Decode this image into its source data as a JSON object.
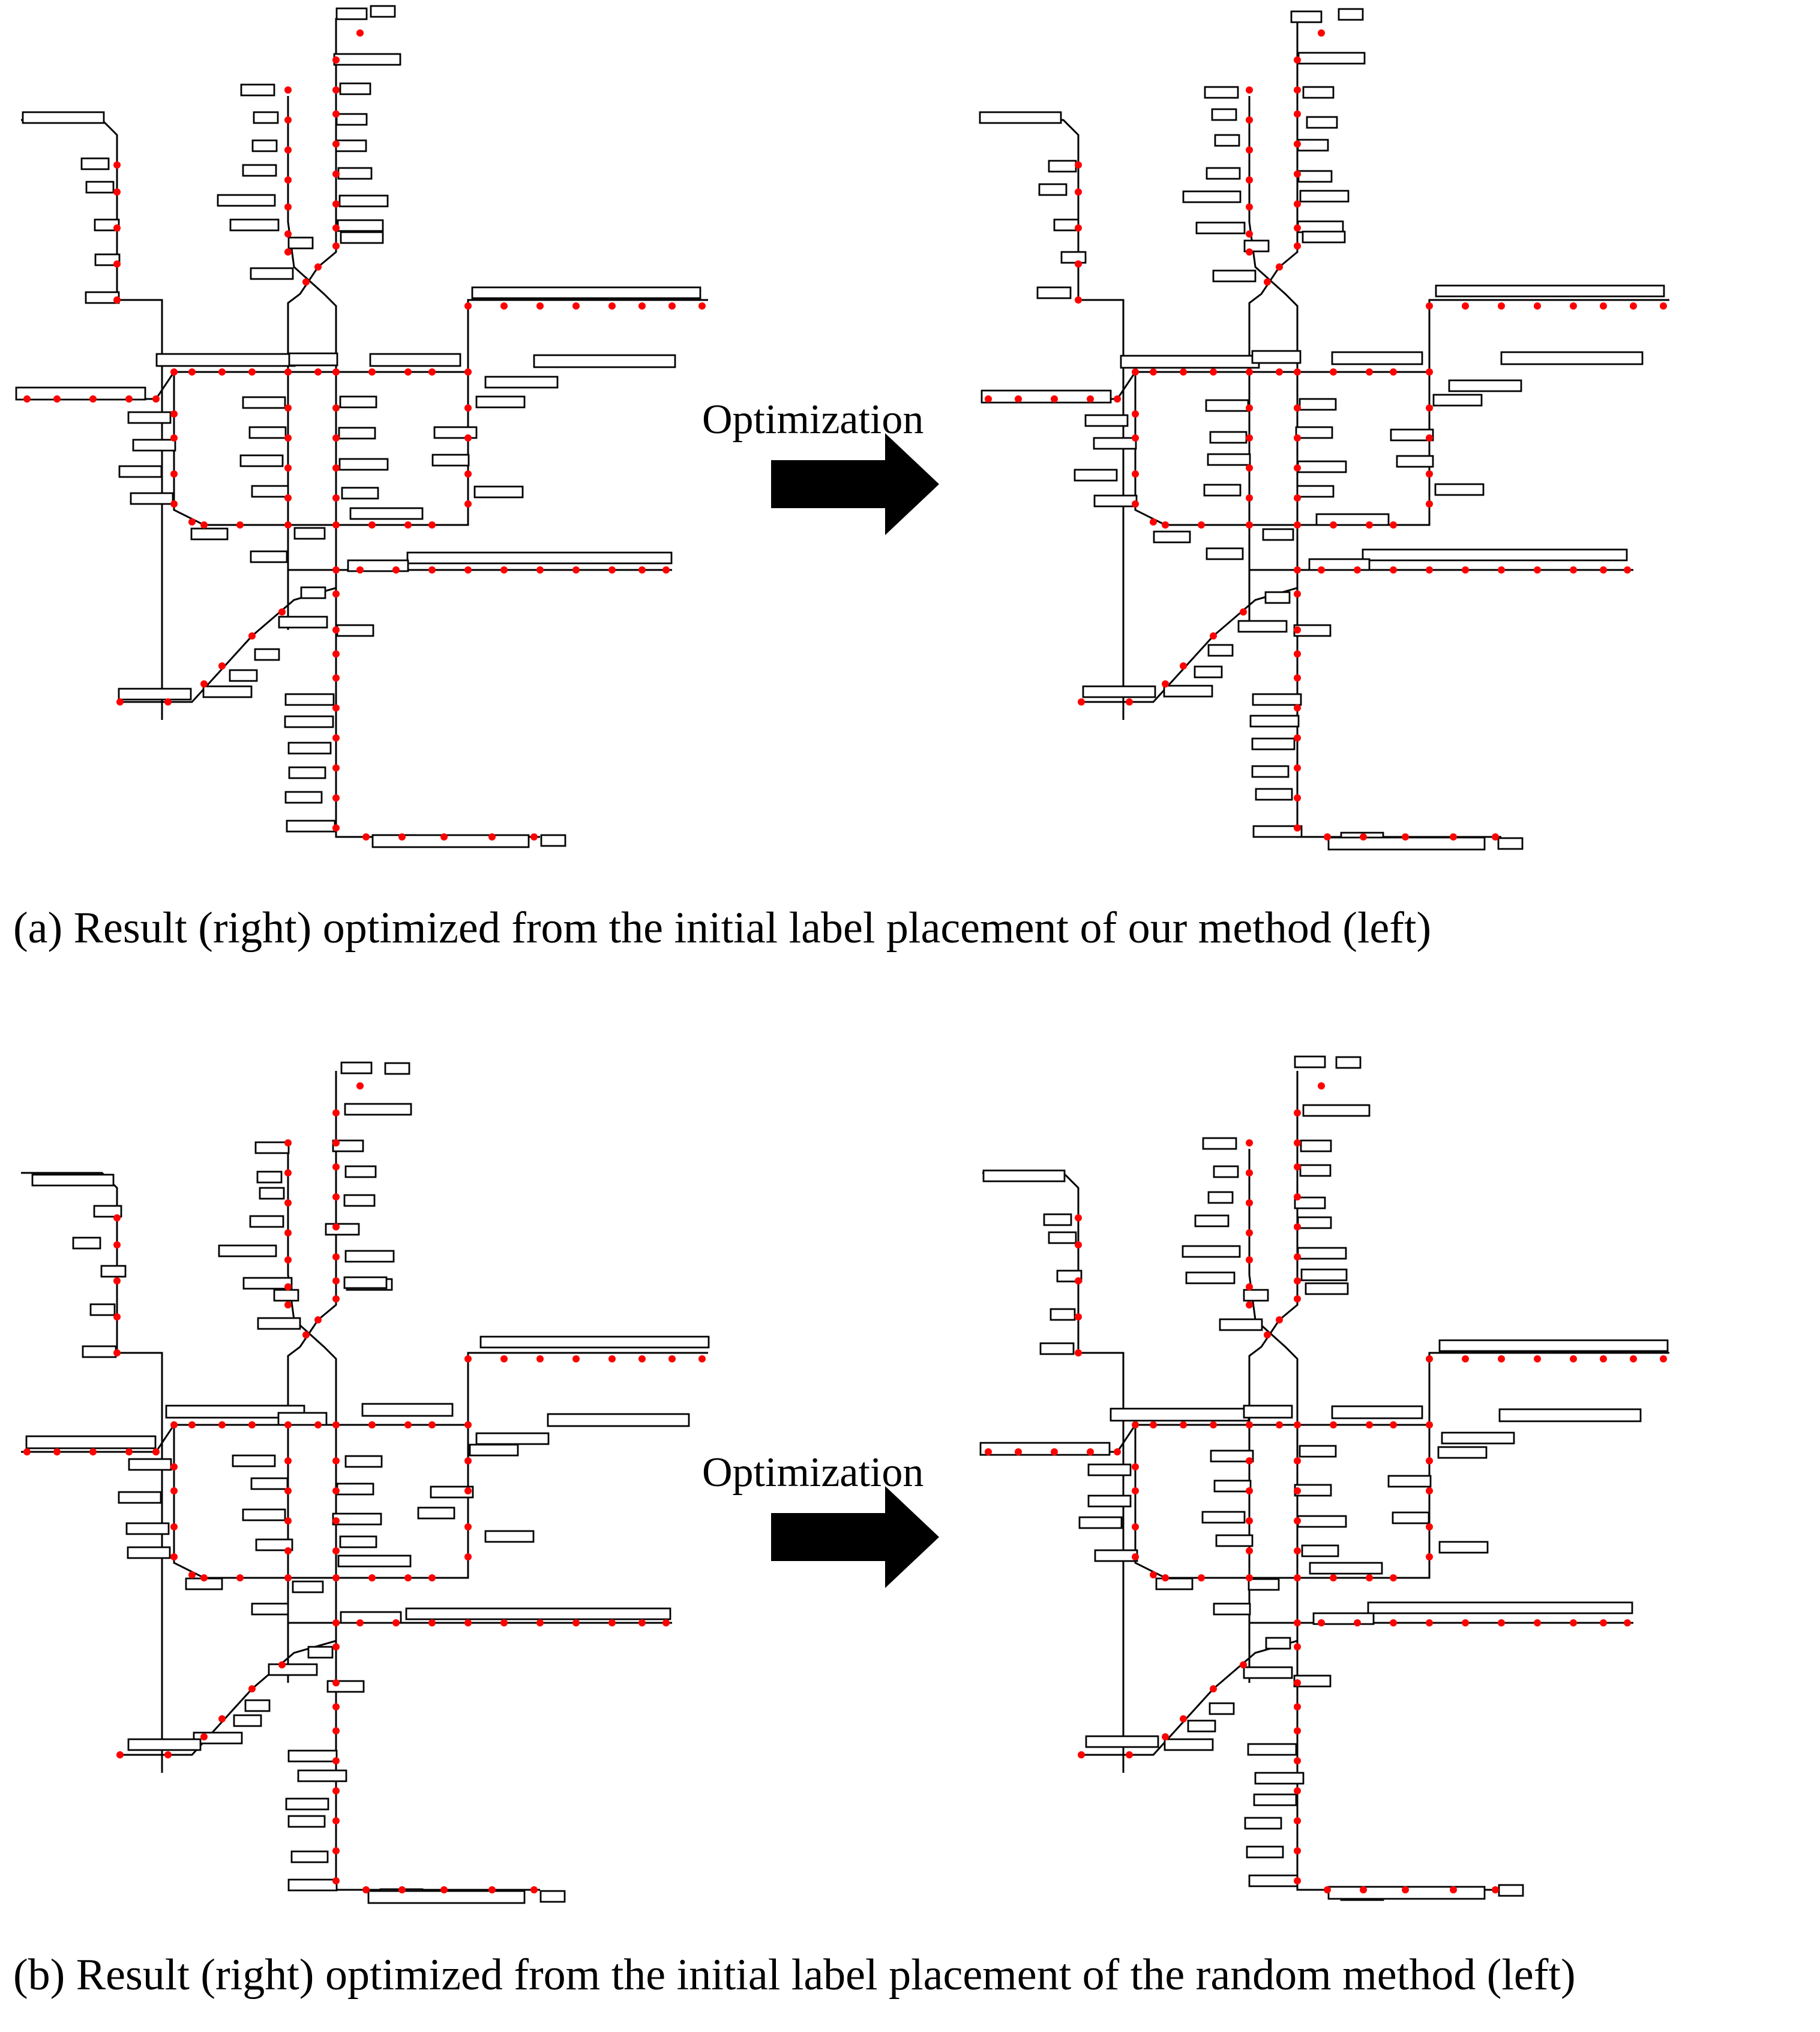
{
  "figure": {
    "arrow_text_a": "Optimization",
    "arrow_text_b": "Optimization",
    "caption_a": "(a) Result (right) optimized from the initial label placement of our method (left)",
    "caption_b": "(b) Result (right) optimized from the initial label placement of the random method (left)"
  },
  "panels": [
    {
      "id": "a-left",
      "title": ""
    },
    {
      "id": "a-right",
      "title": ""
    },
    {
      "id": "b-left",
      "title": ""
    },
    {
      "id": "b-right",
      "title": ""
    }
  ],
  "colors": {
    "station": "#ff0000",
    "line": "#000000",
    "label_box_fill": "#ffffff",
    "label_box_stroke": "#000000",
    "arrow": "#000000"
  },
  "icons": {
    "arrow": "right-arrow-icon"
  }
}
